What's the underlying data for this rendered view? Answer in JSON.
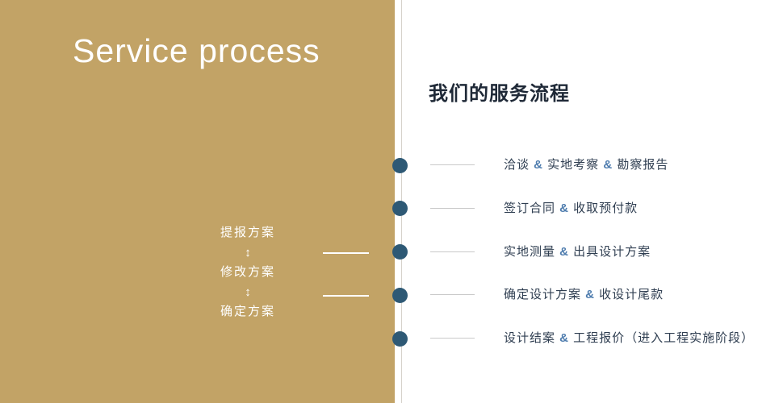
{
  "colors": {
    "panel_gold": "#c2a366",
    "dot_navy": "#2e5975",
    "text_dark": "#2f3e51",
    "ampersand_blue": "#4e7cae",
    "heading_dark": "#1f2937",
    "divider_gray": "#d6d2ca",
    "dash_gray": "#c9c9c9",
    "white": "#ffffff"
  },
  "left_panel": {
    "title": "Service process",
    "flow_steps": [
      "提报方案",
      "修改方案",
      "确定方案"
    ],
    "flow_arrow": "↕"
  },
  "right_panel": {
    "heading": "我们的服务流程",
    "steps": [
      "洽谈 & 实地考察 & 勘察报告",
      "签订合同 & 收取预付款",
      "实地测量 & 出具设计方案",
      "确定设计方案 & 收设计尾款",
      "设计结案 & 工程报价（进入工程实施阶段）"
    ]
  }
}
